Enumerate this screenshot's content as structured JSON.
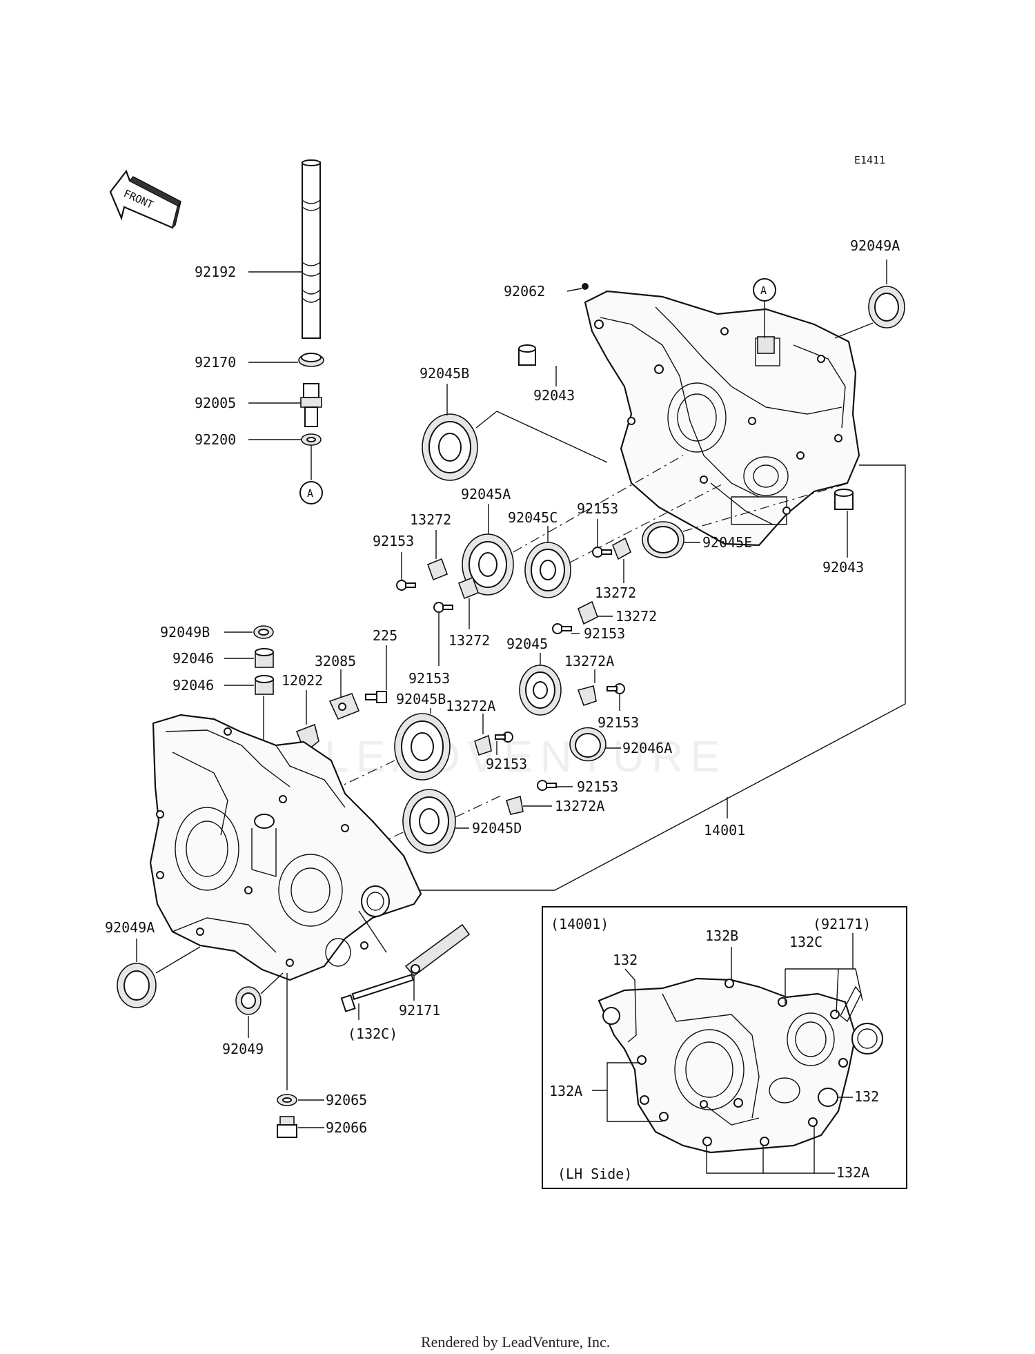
{
  "diagram_code": "E1411",
  "front_label": "FRONT",
  "ref_marker": "A",
  "watermark": "LEADVENTURE",
  "footer": "Rendered by LeadVenture, Inc.",
  "parts": {
    "p92192": "92192",
    "p92170": "92170",
    "p92005": "92005",
    "p92200": "92200",
    "p92062": "92062",
    "p92043_top": "92043",
    "p92043_right": "92043",
    "p92049A_top": "92049A",
    "p92045B_top": "92045B",
    "p92045A": "92045A",
    "p92045C": "92045C",
    "p92153_a": "92153",
    "p92153_b": "92153",
    "p92153_c": "92153",
    "p92153_d": "92153",
    "p92153_e": "92153",
    "p92153_f": "92153",
    "p92153_g": "92153",
    "p13272_a": "13272",
    "p13272_b": "13272",
    "p13272_c": "13272",
    "p13272_d": "13272",
    "p92045E": "92045E",
    "p92049B": "92049B",
    "p92046_a": "92046",
    "p92046_b": "92046",
    "p32085": "32085",
    "p225": "225",
    "p12022": "12022",
    "p92045": "92045",
    "p92045B_mid": "92045B",
    "p13272A_a": "13272A",
    "p13272A_b": "13272A",
    "p13272A_c": "13272A",
    "p92046A": "92046A",
    "p92045D": "92045D",
    "p14001": "14001",
    "p92049A_left": "92049A",
    "p92049": "92049",
    "p92171": "92171",
    "p132C_paren": "(132C)",
    "p92065": "92065",
    "p92066": "92066"
  },
  "inset": {
    "title": "(14001)",
    "subtitle": "(LH Side)",
    "label_92171": "(92171)",
    "label_132_top": "132",
    "label_132B": "132B",
    "label_132C": "132C",
    "label_132A_left": "132A",
    "label_132_right": "132",
    "label_132A_bottom": "132A"
  }
}
